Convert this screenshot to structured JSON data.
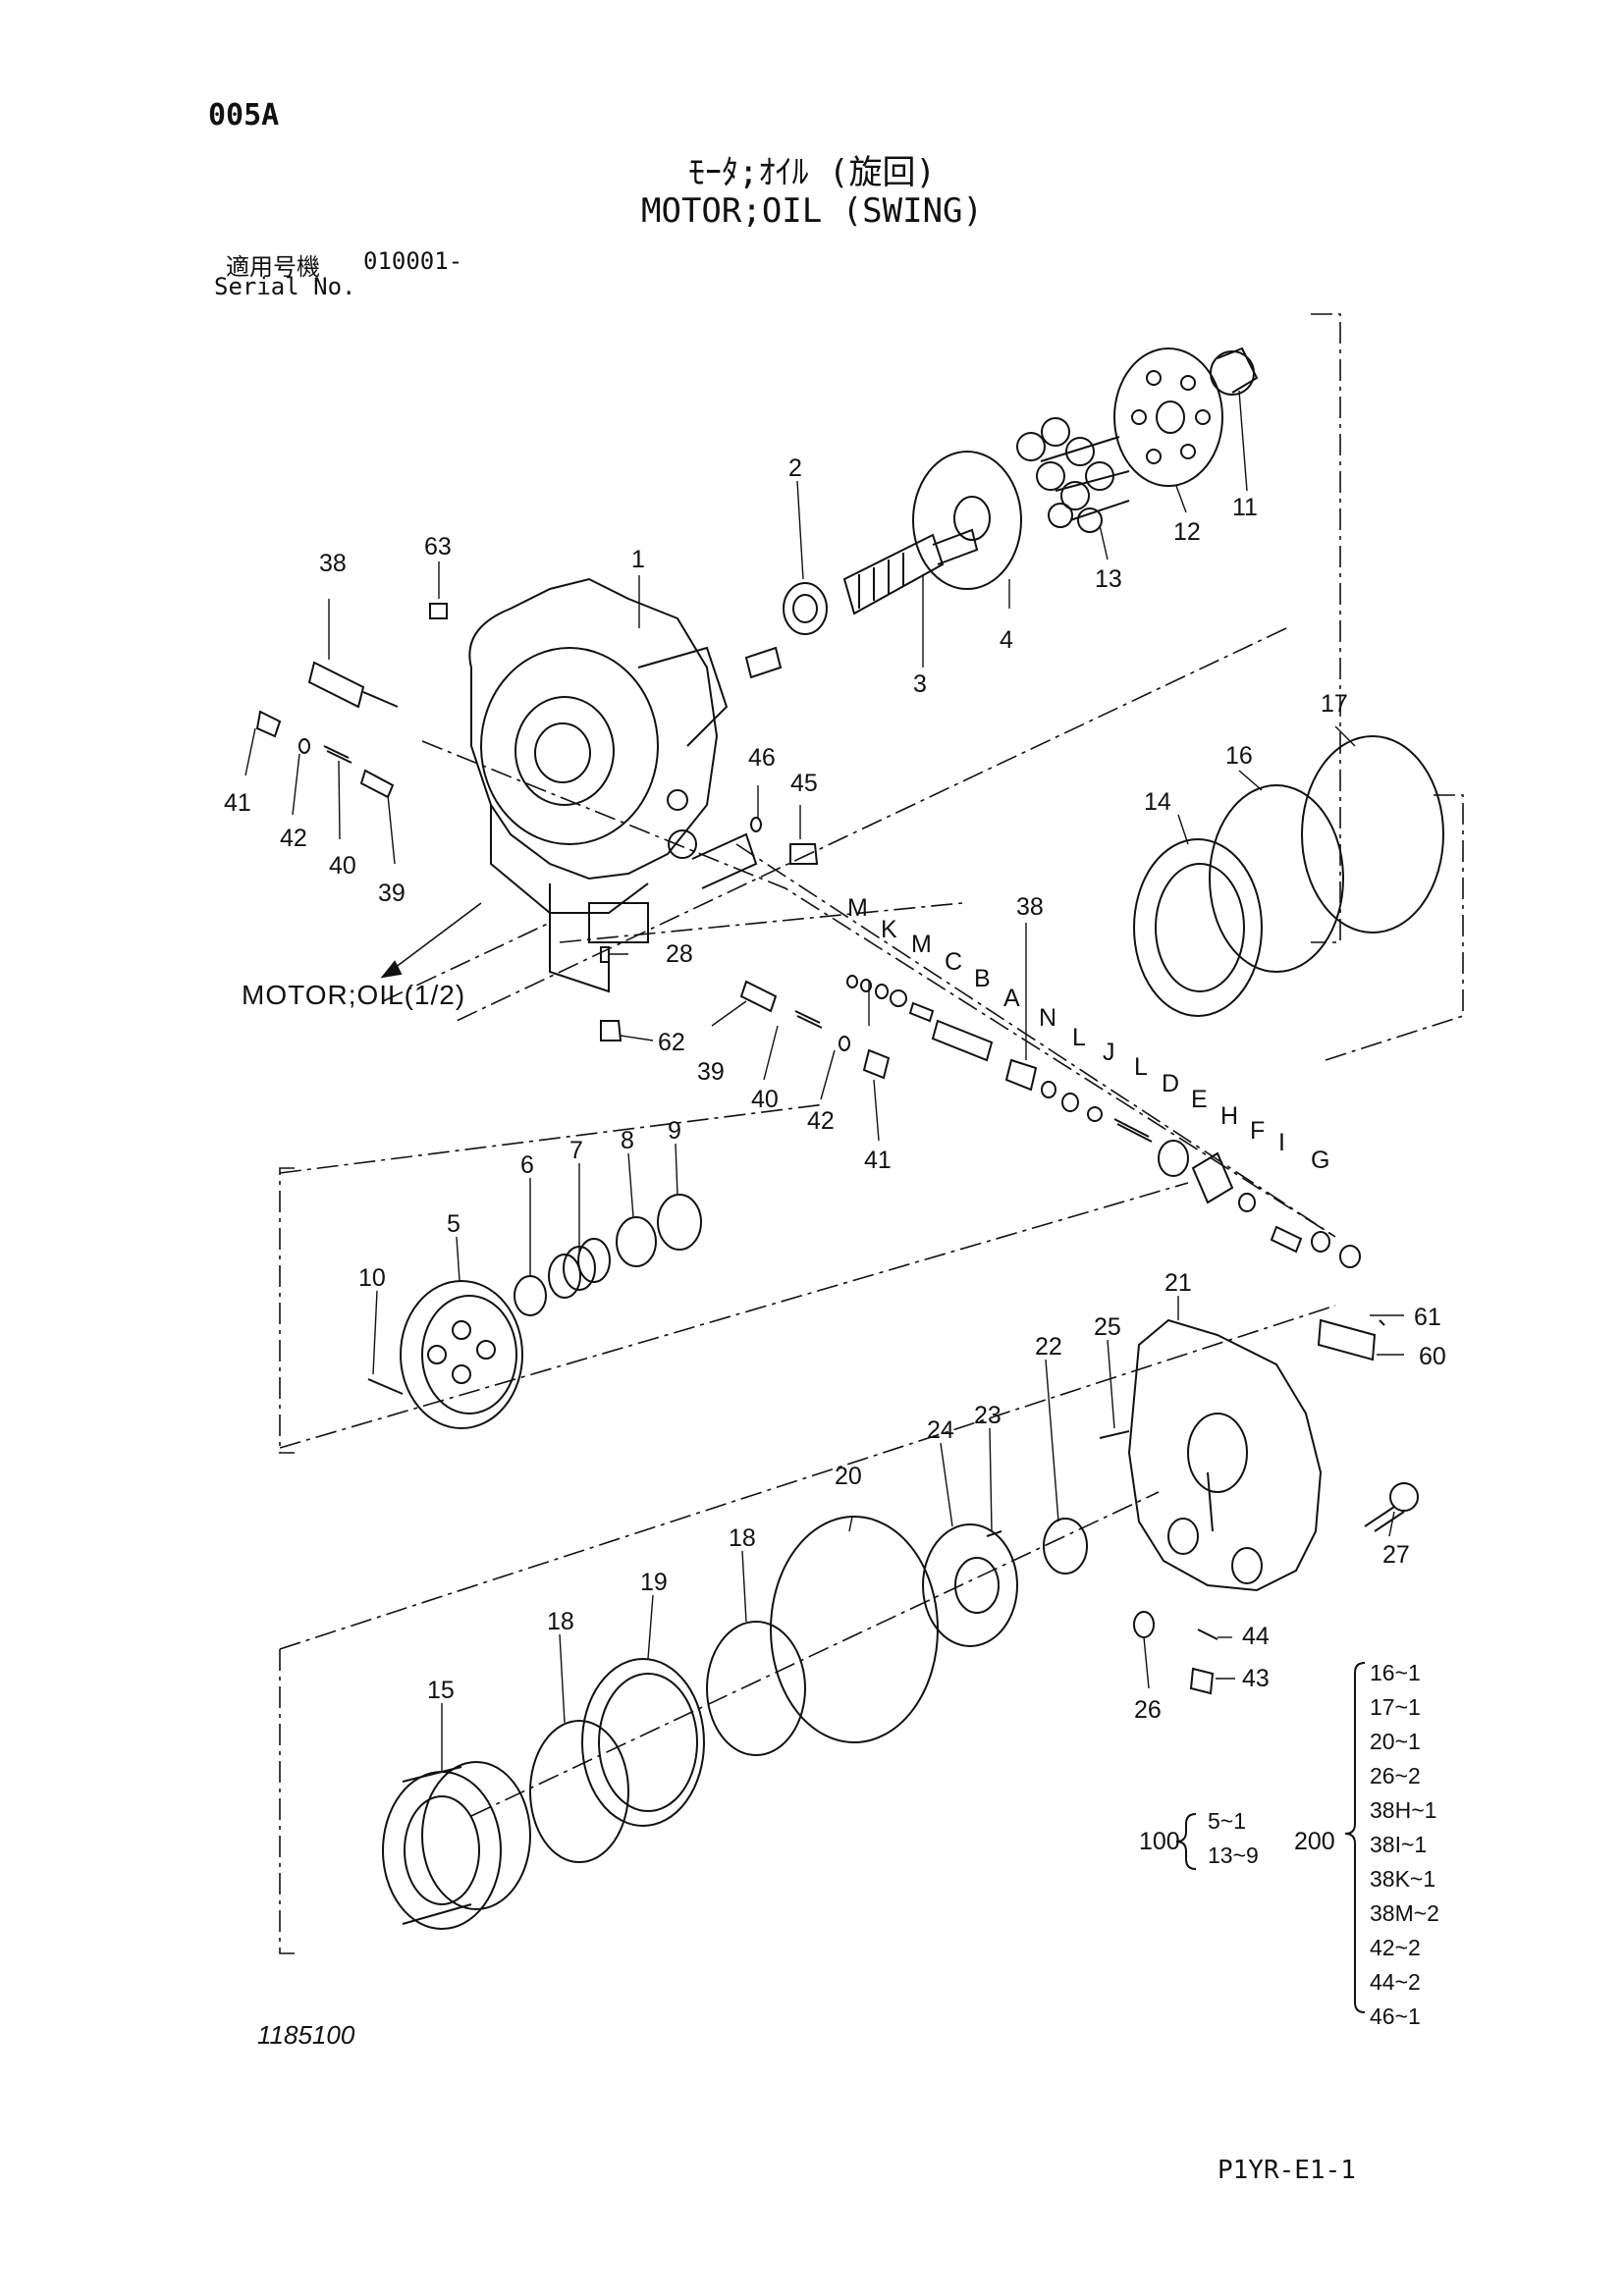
{
  "page_code": "005A",
  "title_ja": "ﾓｰﾀ;ｵｲﾙ (旋回)",
  "title_en": "MOTOR;OIL (SWING)",
  "serial": {
    "label_ja": "適用号機",
    "label_en": "Serial No.",
    "value": "010001-"
  },
  "reference_label": "MOTOR;OIL(1/2)",
  "drawing_number": "1185100",
  "sheet_reference": "P1YR-E1-1",
  "callouts": {
    "c1": "1",
    "c2": "2",
    "c3": "3",
    "c4": "4",
    "c5": "5",
    "c6": "6",
    "c7": "7",
    "c8": "8",
    "c9": "9",
    "c10": "10",
    "c11": "11",
    "c12": "12",
    "c13": "13",
    "c14": "14",
    "c15": "15",
    "c16": "16",
    "c17": "17",
    "c18a": "18",
    "c18b": "18",
    "c19": "19",
    "c20": "20",
    "c21": "21",
    "c22": "22",
    "c23": "23",
    "c24": "24",
    "c25": "25",
    "c26": "26",
    "c27": "27",
    "c28": "28",
    "c38a": "38",
    "c38b": "38",
    "c39a": "39",
    "c39b": "39",
    "c40a": "40",
    "c40b": "40",
    "c41a": "41",
    "c41b": "41",
    "c42a": "42",
    "c42b": "42",
    "c43": "43",
    "c44": "44",
    "c45": "45",
    "c46": "46",
    "c60": "60",
    "c61": "61",
    "c62": "62",
    "c63": "63"
  },
  "sub_callouts": {
    "M1": "M",
    "K": "K",
    "M2": "M",
    "C": "C",
    "B": "B",
    "A": "A",
    "N": "N",
    "L1": "L",
    "J": "J",
    "L2": "L",
    "D": "D",
    "E": "E",
    "H": "H",
    "F": "F",
    "I": "I",
    "G": "G"
  },
  "kits": [
    {
      "code": "100",
      "items": [
        "5~1",
        "13~9"
      ]
    },
    {
      "code": "200",
      "items": [
        "16~1",
        "17~1",
        "20~1",
        "26~2",
        "38H~1",
        "38I~1",
        "38K~1",
        "38M~2",
        "42~2",
        "44~2",
        "46~1"
      ]
    }
  ]
}
